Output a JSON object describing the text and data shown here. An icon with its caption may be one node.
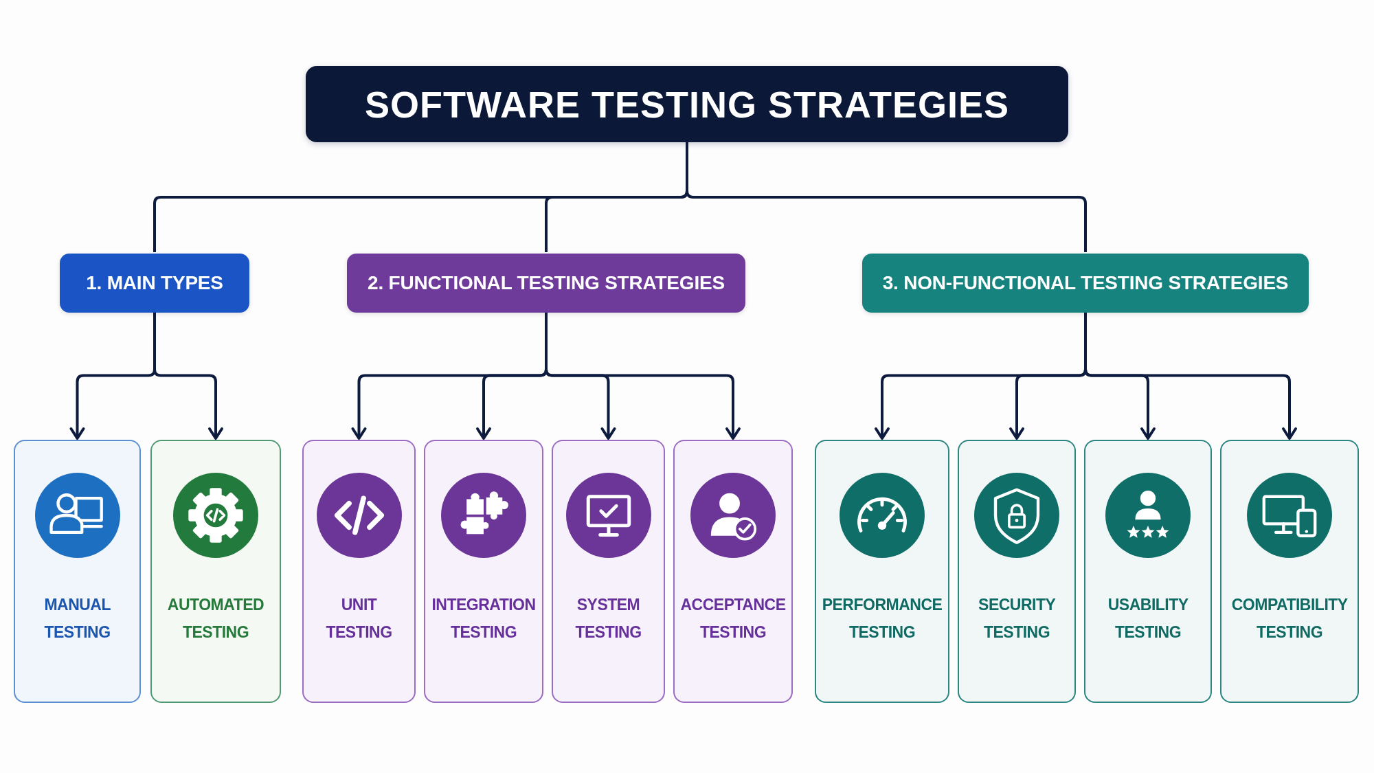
{
  "diagram": {
    "nodes": [
      {
        "text": [
          "SOFTWARE TESTING STRATEGIES"
        ]
      },
      {
        "text": [
          "1. MAIN TYPES"
        ]
      },
      {
        "text": [
          "2. FUNCTIONAL TESTING STRATEGIES"
        ]
      },
      {
        "text": [
          "3. NON-FUNCTIONAL TESTING STRATEGIES"
        ]
      },
      {
        "text": [
          "MANUAL TESTING"
        ]
      },
      {
        "text": [
          "AUTOMATED TESTING"
        ]
      },
      {
        "text": [
          "UNIT TESTING"
        ]
      },
      {
        "text": [
          "INTEGRATION TESTING"
        ]
      },
      {
        "text": [
          "SYSTEM TESTING"
        ]
      },
      {
        "text": [
          "ACCEPTANCE TESTING"
        ]
      },
      {
        "text": [
          "PERFORMANCE TESTING"
        ]
      },
      {
        "text": [
          "SECURITY TESTING"
        ]
      },
      {
        "text": [
          "USABILITY TESTING"
        ]
      },
      {
        "text": [
          "COMPATIBILITY TESTING"
        ]
      }
    ],
    "edges": [
      {
        "from": 0,
        "to": 1,
        "arrow": "none"
      },
      {
        "from": 0,
        "to": 2,
        "arrow": "none"
      },
      {
        "from": 0,
        "to": 3,
        "arrow": "none"
      },
      {
        "from": 1,
        "to": 4,
        "arrow": "to"
      },
      {
        "from": 1,
        "to": 5,
        "arrow": "to"
      },
      {
        "from": 2,
        "to": 6,
        "arrow": "to"
      },
      {
        "from": 2,
        "to": 7,
        "arrow": "to"
      },
      {
        "from": 2,
        "to": 8,
        "arrow": "to"
      },
      {
        "from": 2,
        "to": 9,
        "arrow": "to"
      },
      {
        "from": 3,
        "to": 10,
        "arrow": "to"
      },
      {
        "from": 3,
        "to": 11,
        "arrow": "to"
      },
      {
        "from": 3,
        "to": 12,
        "arrow": "to"
      },
      {
        "from": 3,
        "to": 13,
        "arrow": "to"
      }
    ]
  }
}
